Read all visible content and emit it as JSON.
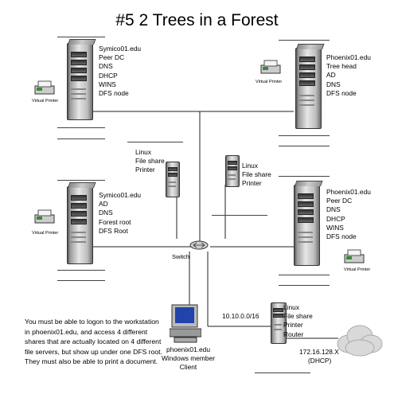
{
  "title": "#5   2 Trees in a Forest",
  "servers": {
    "symico_peer": {
      "lines": [
        "Symico01.edu",
        "Peer DC",
        "DNS",
        "DHCP",
        "WINS",
        "DFS node"
      ]
    },
    "phoenix_tree": {
      "lines": [
        "Phoenix01.edu",
        "Tree head",
        "AD",
        "DNS",
        "DFS node"
      ]
    },
    "symico_root": {
      "lines": [
        "Symico01.edu",
        "AD",
        "DNS",
        "Forest root",
        "DFS Root"
      ]
    },
    "phoenix_peer": {
      "lines": [
        "Phoenix01.edu",
        "Peer DC",
        "DNS",
        "DHCP",
        "WINS",
        "DFS node"
      ]
    },
    "linux_left": {
      "lines": [
        "Linux",
        "File share",
        "Printer"
      ]
    },
    "linux_right": {
      "lines": [
        "Linux",
        "File share",
        "Printer"
      ]
    },
    "linux_router": {
      "lines": [
        "Linux",
        "File share",
        "Printer",
        "Router"
      ]
    }
  },
  "printers": {
    "label": "Virtual Printer"
  },
  "switch_label": "Switch",
  "subnet_label": "10.10.0.0/16",
  "dhcp_ip": "172.16.128.X",
  "dhcp_label": "(DHCP)",
  "client": {
    "lines": [
      "phoenix01.edu",
      "Windows  member",
      "Client"
    ]
  },
  "note_lines": [
    "You must be able to logon to the workstation",
    "in phoenix01.edu, and access 4 different",
    "shares that are actually located on 4 different",
    "file servers, but show up under one DFS root.",
    "They must also be able to print a document."
  ]
}
